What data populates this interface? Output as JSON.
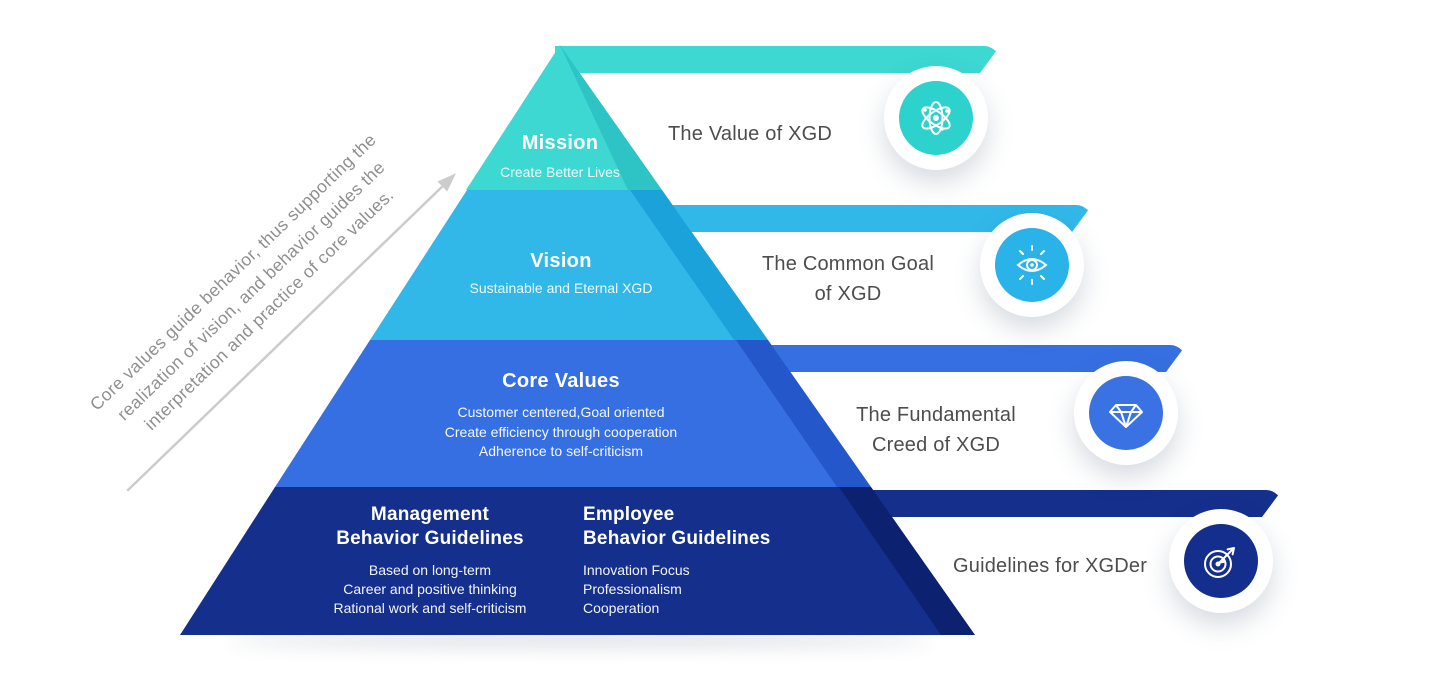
{
  "annotation": {
    "line1": "Core values guide behavior, thus supporting the",
    "line2": "realization of vision, and behavior guides the",
    "line3": "interpretation and practice of core values."
  },
  "mission": {
    "title": "Mission",
    "subtitle": "Create Better Lives",
    "label": "The Value of XGD",
    "icon": "atom-icon",
    "color": "#3DD8D2"
  },
  "vision": {
    "title": "Vision",
    "subtitle": "Sustainable and Eternal XGD",
    "label_line1": "The Common Goal",
    "label_line2": "of XGD",
    "icon": "eye-icon",
    "color": "#31B8E9"
  },
  "core_values": {
    "title": "Core Values",
    "item1": "Customer centered,Goal oriented",
    "item2": "Create efficiency through cooperation",
    "item3": "Adherence to self-criticism",
    "label_line1": "The Fundamental",
    "label_line2": "Creed of XGD",
    "icon": "diamond-icon",
    "color": "#366FE1"
  },
  "guidelines": {
    "management": {
      "title_line1": "Management",
      "title_line2": "Behavior Guidelines",
      "item1": "Based on long-term",
      "item2": "Career and positive thinking",
      "item3": "Rational work and self-criticism"
    },
    "employee": {
      "title_line1": "Employee",
      "title_line2": "Behavior Guidelines",
      "item1": "Innovation Focus",
      "item2": "Professionalism",
      "item3": "Cooperation"
    },
    "label": "Guidelines for XGDer",
    "icon": "target-icon",
    "color": "#142F8C"
  }
}
